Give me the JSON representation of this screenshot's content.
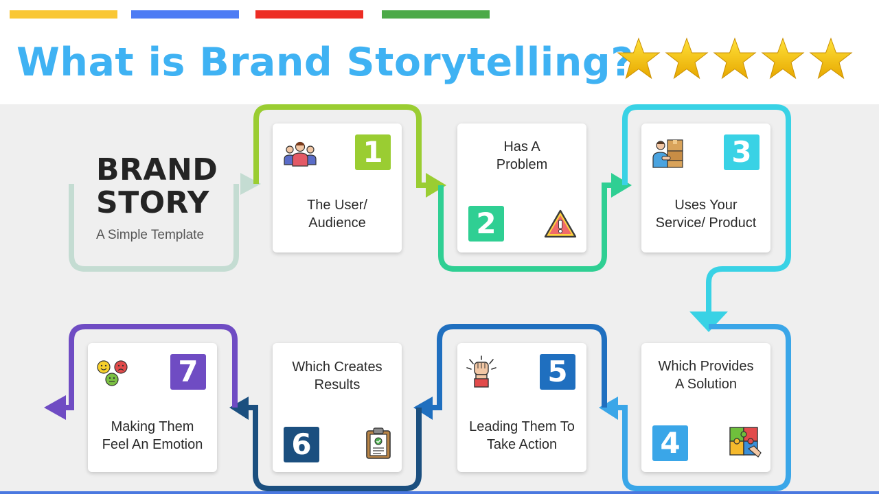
{
  "header": {
    "title": "What is Brand Storytelling?",
    "rating": 5,
    "top_bar_colors": [
      "#f9c735",
      "#4d7cf4",
      "#ed2d24",
      "#4caa48"
    ]
  },
  "intro": {
    "title_line1": "BRAND",
    "title_line2": "STORY",
    "subtitle": "A Simple Template"
  },
  "steps": [
    {
      "number": "1",
      "text_line1": "The User/",
      "text_line2": "Audience",
      "color": "#9acd32",
      "icon": "people-icon"
    },
    {
      "number": "2",
      "text_line1": "Has A",
      "text_line2": "Problem",
      "color": "#2fcf93",
      "icon": "warning-icon"
    },
    {
      "number": "3",
      "text_line1": "Uses Your",
      "text_line2": "Service/ Product",
      "color": "#39d2e5",
      "icon": "delivery-person-icon"
    },
    {
      "number": "4",
      "text_line1": "Which Provides",
      "text_line2": "A Solution",
      "color": "#3aa6e8",
      "icon": "puzzle-icon"
    },
    {
      "number": "5",
      "text_line1": "Leading Them To",
      "text_line2": "Take Action",
      "color": "#1f6fbf",
      "icon": "raised-fist-icon"
    },
    {
      "number": "6",
      "text_line1": "Which Creates",
      "text_line2": "Results",
      "color": "#1b4f7f",
      "icon": "clipboard-icon"
    },
    {
      "number": "7",
      "text_line1": "Making Them",
      "text_line2": "Feel An Emotion",
      "color": "#6f4cc3",
      "icon": "emotion-faces-icon"
    }
  ]
}
